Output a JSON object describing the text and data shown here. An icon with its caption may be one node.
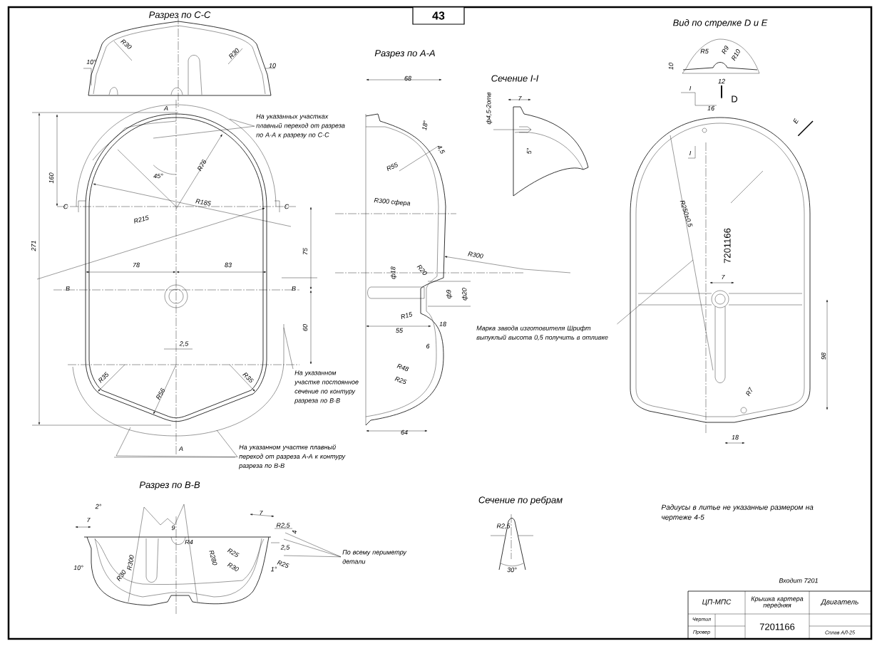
{
  "diagram": {
    "nodes": [
      {
        "text": [
          "43"
        ]
      },
      {
        "text": [
          "На указанных участках плавный переход от разреза по А-А к разрезу по С-С"
        ]
      },
      {
        "text": [
          "На указанном участке постоянное сечение по контуру разреза по В-В"
        ]
      },
      {
        "text": [
          "На указанном участке плавный переход от разреза А-А к контуру разреза по В-В"
        ]
      },
      {
        "text": [
          "Марка завода изготовителя Шрифт выпуклый высота 0,5 получить в отливке"
        ]
      },
      {
        "text": [
          "По всему периметру детали"
        ]
      },
      {
        "text": [],
        "shape": "picture"
      },
      {
        "text": [],
        "shape": "picture"
      },
      {
        "text": [],
        "shape": "picture"
      }
    ],
    "edges": [
      {
        "from": 1,
        "to": 6,
        "arrow": "none"
      },
      {
        "from": 1,
        "to": 6,
        "arrow": "none"
      },
      {
        "from": 2,
        "to": 6,
        "arrow": "none"
      },
      {
        "from": 3,
        "to": 6,
        "arrow": "none"
      },
      {
        "from": 3,
        "to": 6,
        "arrow": "none"
      },
      {
        "from": 4,
        "to": 8,
        "arrow": "none"
      },
      {
        "from": 5,
        "to": 7,
        "arrow": "none"
      },
      {
        "from": 5,
        "to": 7,
        "arrow": "none"
      },
      {
        "from": 5,
        "to": 7,
        "arrow": "none"
      }
    ],
    "labels": [
      "Разрез по С-С",
      "R30",
      "R30",
      "10°",
      "10",
      "А",
      "45°",
      "R76",
      "R185",
      "С",
      "С",
      "160",
      "271",
      "R215",
      "78",
      "83",
      "В",
      "В",
      "75",
      "60",
      "2,5",
      "R35",
      "R35",
      "R56",
      "А",
      "Разрез по А-А",
      "68",
      "18°",
      "4,5",
      "R55",
      "R300 сфера",
      "R300",
      "ф18",
      "R20",
      "ф9",
      "ф20",
      "R15",
      "18",
      "55",
      "6",
      "R48",
      "R25",
      "64",
      "Сечение I-I",
      "ф4,5-2отв",
      "7",
      "5°",
      "Вид по стрелке D и E",
      "R5",
      "R9",
      "R10",
      "10",
      "12",
      "I",
      "D",
      "16",
      "E",
      "I",
      "R250±0,5",
      "7201166",
      "7",
      "98",
      "R7",
      "18",
      "Разрез по В-В",
      "2°",
      "7",
      "9",
      "R4",
      "R300",
      "R280",
      "7",
      "R2,5",
      "4",
      "2,5",
      "R25",
      "R30",
      "R25",
      "10°",
      "R30",
      "1°",
      "Сечение по ребрам",
      "R2,5",
      "30°",
      "Радиусы в литье не указанные размером на чертеже 4-5",
      "Входит 7201",
      "ЦП-МПС",
      "Крышка картера передняя",
      "Двигатель",
      "Чертил",
      "Провер",
      "7201166",
      "Сплав АЛ-25"
    ]
  }
}
